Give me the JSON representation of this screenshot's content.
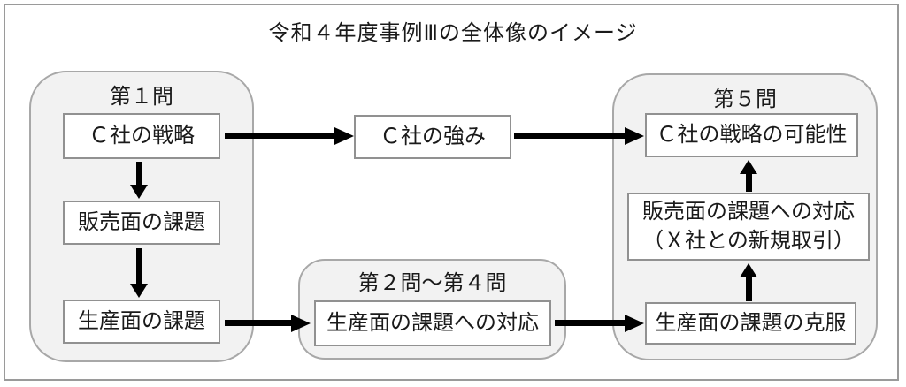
{
  "title": "令和４年度事例Ⅲの全体像のイメージ",
  "colors": {
    "background": "#ffffff",
    "frame_border": "#9a9a9a",
    "group_fill": "#f2f2f2",
    "group_border": "#a8a8a8",
    "node_fill": "#ffffff",
    "node_border": "#919191",
    "arrow": "#000000",
    "text": "#1a1a1a"
  },
  "groups": {
    "q1": {
      "label": "第１問",
      "nodes": {
        "strategy": "Ｃ社の戦略",
        "sales_issue": "販売面の課題",
        "production_issue": "生産面の課題"
      }
    },
    "q2_q4": {
      "label": "第２問～第４問",
      "nodes": {
        "production_response": "生産面の課題への対応"
      }
    },
    "q5": {
      "label": "第５問",
      "nodes": {
        "strategy_potential": "Ｃ社の戦略の可能性",
        "sales_response_line1": "販売面の課題への対応",
        "sales_response_line2": "（Ｘ社との新規取引）",
        "production_overcome": "生産面の課題の克服"
      }
    }
  },
  "standalone_nodes": {
    "strength": "Ｃ社の強み"
  },
  "connections": [
    {
      "from": "c-strategy",
      "to": "c-strength",
      "direction": "right"
    },
    {
      "from": "c-strength",
      "to": "c-strategy-potential",
      "direction": "right"
    },
    {
      "from": "c-strategy",
      "to": "sales-issue",
      "direction": "down"
    },
    {
      "from": "sales-issue",
      "to": "production-issue",
      "direction": "down"
    },
    {
      "from": "production-issue",
      "to": "production-response",
      "direction": "right"
    },
    {
      "from": "production-response",
      "to": "production-overcome",
      "direction": "right"
    },
    {
      "from": "production-overcome",
      "to": "sales-response",
      "direction": "up"
    },
    {
      "from": "sales-response",
      "to": "c-strategy-potential",
      "direction": "up"
    }
  ]
}
